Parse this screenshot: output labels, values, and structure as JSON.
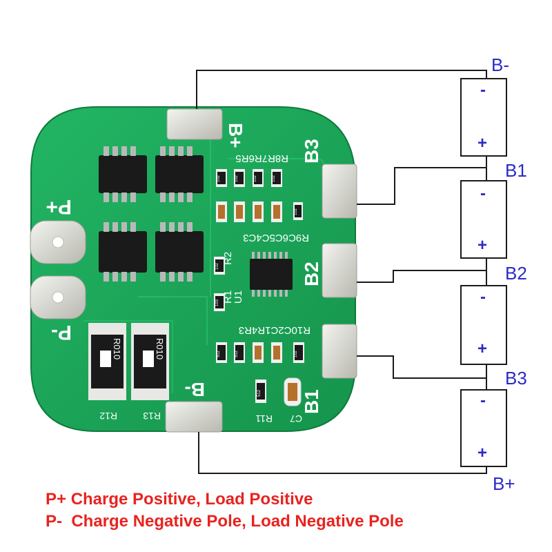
{
  "pcb": {
    "pad_labels": {
      "b_plus": "B+",
      "b_minus": "B-",
      "p_plus": "P+",
      "p_minus": "P-",
      "b1": "B1",
      "b2": "B2",
      "b3": "B3"
    },
    "silkscreen": {
      "top_resistors": "R8R7R6R5",
      "top_caps": "R9C6C5C4C3",
      "r2": "R2",
      "r1": "R1",
      "u1": "U1",
      "bottom_row": "R10C2C1R4R3",
      "r12": "R12",
      "r13": "R13",
      "c7": "C7",
      "r11": "R11",
      "shunt_marking": "R010",
      "smd_codes": [
        "102",
        "102",
        "102",
        "102",
        "102",
        "512",
        "512",
        "512",
        "102",
        "102",
        "103"
      ]
    }
  },
  "battery": {
    "node_labels": {
      "b_minus": "B-",
      "b1": "B1",
      "b2": "B2",
      "b3": "B3",
      "b_plus": "B+"
    },
    "cells": [
      {
        "minus": "-",
        "plus": "+"
      },
      {
        "minus": "-",
        "plus": "+"
      },
      {
        "minus": "-",
        "plus": "+"
      },
      {
        "minus": "-",
        "plus": "+"
      }
    ]
  },
  "legend": {
    "line1": "P+ Charge Positive, Load Positive",
    "line2": "P-  Charge Negative Pole, Load Negative Pole"
  },
  "colors": {
    "pcb_green": "#1ea85a",
    "wire": "#1a1a1a",
    "label_blue": "#2a2ac8",
    "legend_red": "#e8231f"
  }
}
